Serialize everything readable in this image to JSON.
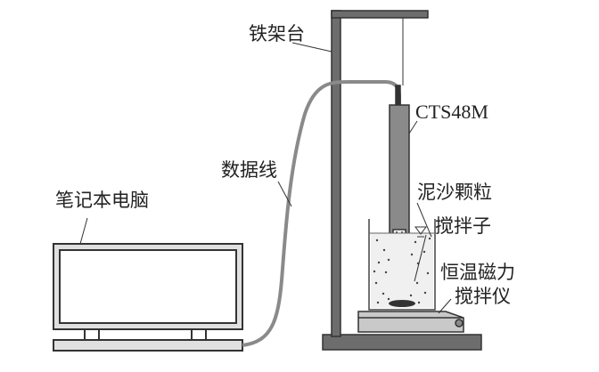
{
  "labels": {
    "stand": "铁架台",
    "probe": "CTS48M",
    "cable": "数据线",
    "laptop": "笔记本电脑",
    "particles": "泥沙颗粒",
    "stir_bar": "搅拌子",
    "stirrer_line1": "恒温磁力",
    "stirrer_line2": "搅拌仪"
  },
  "colors": {
    "stroke": "#333333",
    "stand_fill": "#6d6d6d",
    "probe_fill": "#8a8a8a",
    "stirrer_fill": "#c9c9c9",
    "laptop_fill": "#e0e0e0",
    "water_fill": "#f0f0f0"
  },
  "icons": {
    "water_level": "water-level-triangle-icon"
  }
}
